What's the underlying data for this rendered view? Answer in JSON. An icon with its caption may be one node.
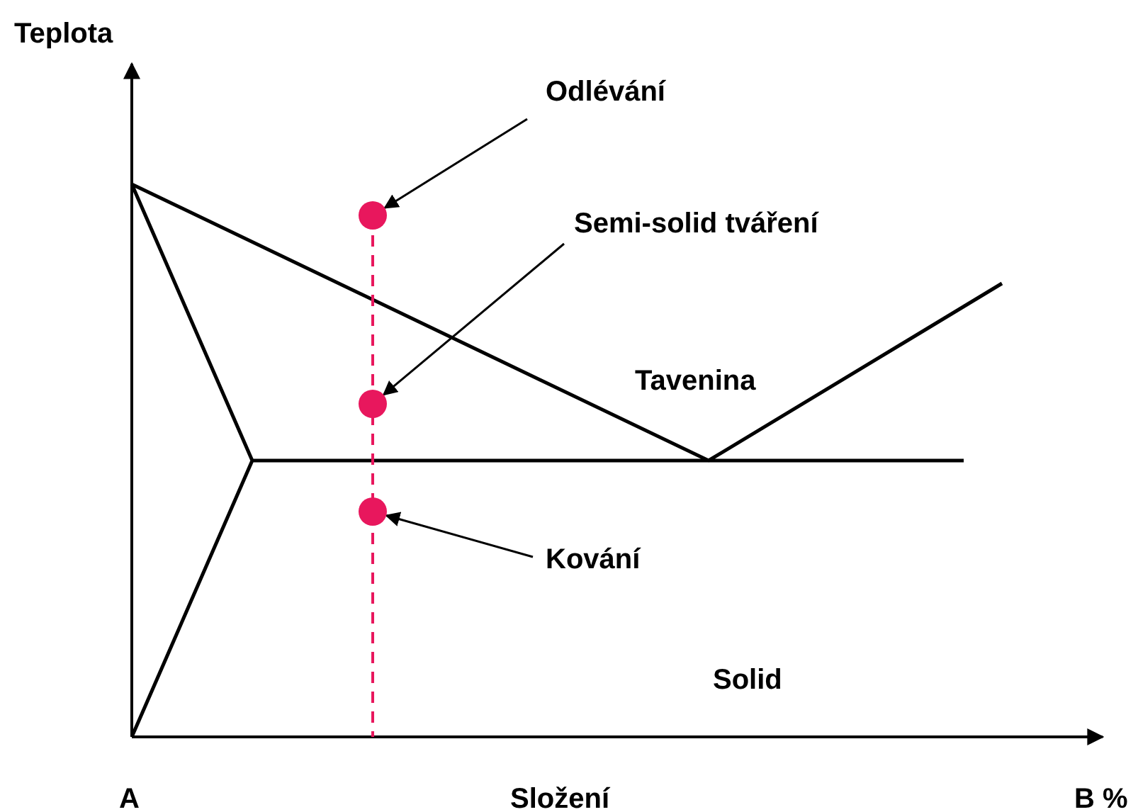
{
  "diagram": {
    "nodes": [
      {
        "text": [
          "Odlévání"
        ]
      },
      {
        "text": [],
        "shape": "circle"
      },
      {
        "text": [
          "Semi-solid tváření"
        ]
      },
      {
        "text": [],
        "shape": "circle"
      },
      {
        "text": [
          "Kování"
        ]
      },
      {
        "text": [],
        "shape": "circle"
      }
    ],
    "edges": [
      {
        "from": 0,
        "to": 1,
        "arrow": "to"
      },
      {
        "from": 2,
        "to": 3,
        "arrow": "to"
      },
      {
        "from": 4,
        "to": 5,
        "arrow": "to"
      }
    ],
    "labels": [
      "Teplota",
      "Tavenina",
      "Solid",
      "A",
      "Složení",
      "B %"
    ]
  }
}
